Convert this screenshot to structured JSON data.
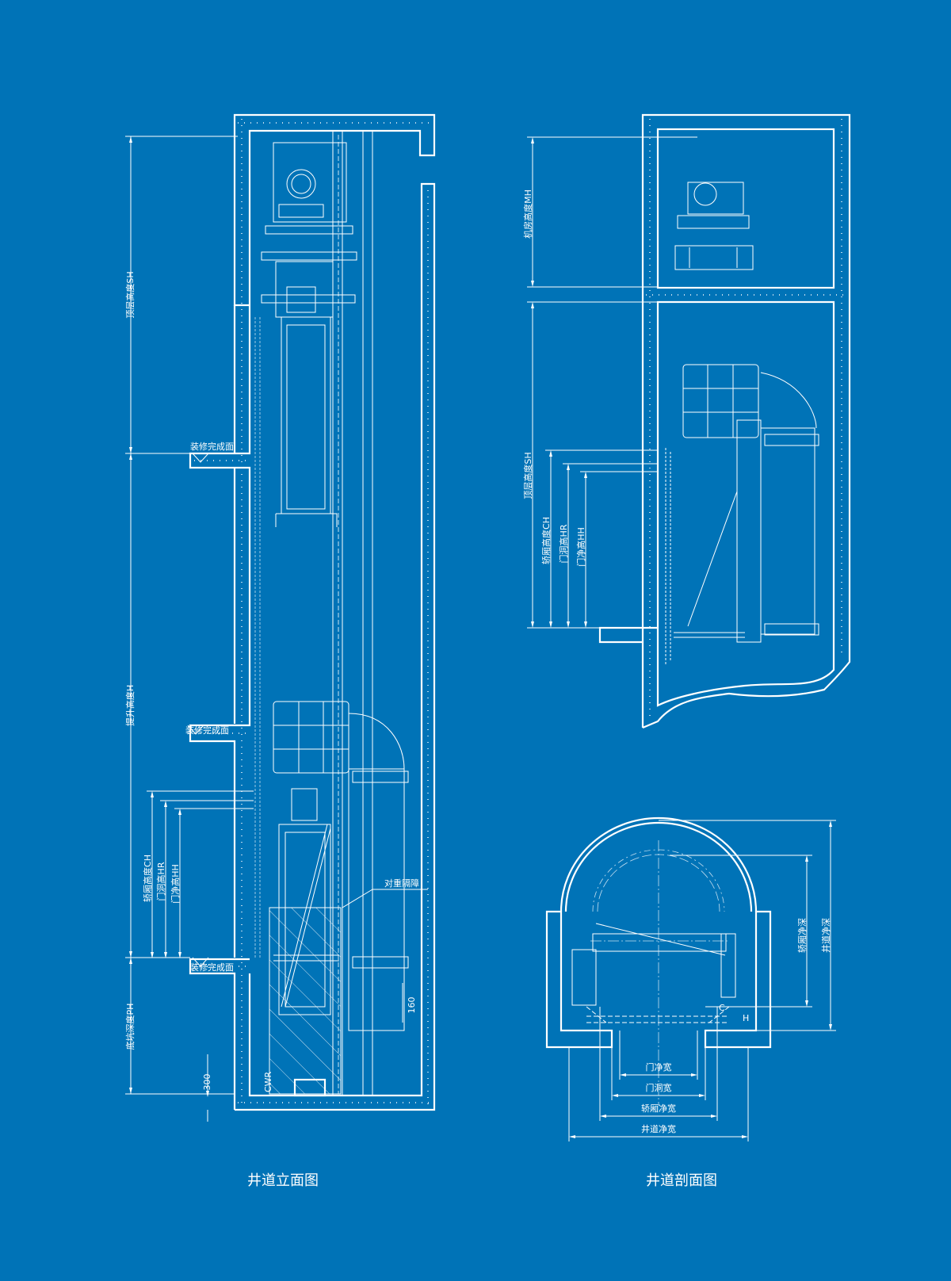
{
  "colors": {
    "background": "#0073b7",
    "lines": "#ffffff"
  },
  "elevation": {
    "title": "井道立面图",
    "dims": {
      "top_height": "顶层高度SH",
      "travel_height": "提升高度H",
      "pit_depth": "底坑深度PH",
      "car_height": "轿厢高度CH",
      "door_opening_height": "门洞高HR",
      "door_clear_height": "门净高HH",
      "pit_300": "300",
      "buffer_160": "160"
    },
    "finish_floor": [
      "装修完成面",
      "装修完成面",
      "装修完成面"
    ],
    "counterweight_guard": "对重隔障",
    "cwr": "CWR"
  },
  "section": {
    "dims": {
      "machine_room_height": "机房高度MH",
      "top_height": "顶层高度SH",
      "car_height": "轿厢高度CH",
      "door_opening_height": "门洞高HR",
      "door_clear_height": "门净高HH"
    }
  },
  "plan": {
    "title": "井道剖面图",
    "dims": {
      "car_depth": "轿厢净深",
      "shaft_depth": "井道净深",
      "door_clear_width": "门净宽",
      "door_opening_width": "门洞宽",
      "car_width": "轿厢净宽",
      "shaft_width": "井道净宽"
    },
    "marks": {
      "h": "H",
      "c": "C"
    }
  }
}
